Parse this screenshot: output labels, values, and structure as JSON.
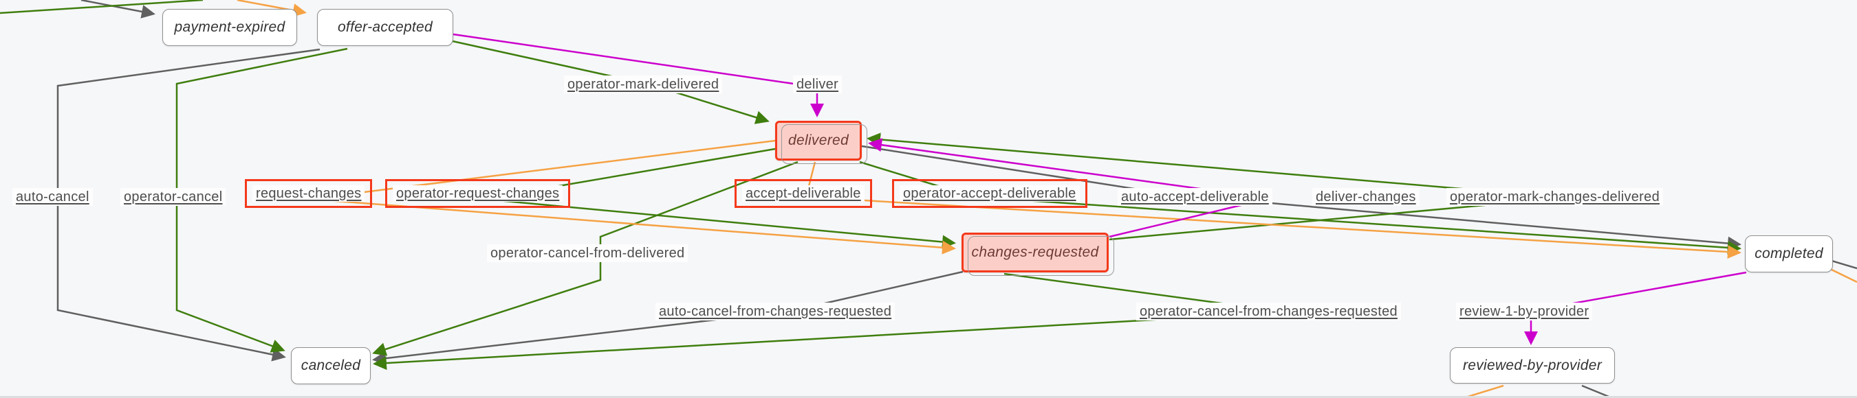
{
  "diagram": {
    "nodes": [
      {
        "id": "payment-expired",
        "label": "payment-expired",
        "type": "state"
      },
      {
        "id": "offer-accepted",
        "label": "offer-accepted",
        "type": "state"
      },
      {
        "id": "delivered",
        "label": "delivered",
        "type": "state-highlighted"
      },
      {
        "id": "changes-requested",
        "label": "changes-requested",
        "type": "state-highlighted"
      },
      {
        "id": "canceled",
        "label": "canceled",
        "type": "state"
      },
      {
        "id": "completed",
        "label": "completed",
        "type": "state"
      },
      {
        "id": "reviewed-by-provider",
        "label": "reviewed-by-provider",
        "type": "state"
      }
    ],
    "edge_labels": [
      {
        "label": "auto-cancel",
        "link": true,
        "boxed": false
      },
      {
        "label": "operator-cancel",
        "link": true,
        "boxed": false
      },
      {
        "label": "request-changes",
        "link": true,
        "boxed": true
      },
      {
        "label": "operator-request-changes",
        "link": true,
        "boxed": true
      },
      {
        "label": "accept-deliverable",
        "link": true,
        "boxed": true
      },
      {
        "label": "operator-accept-deliverable",
        "link": true,
        "boxed": true
      },
      {
        "label": "auto-accept-deliverable",
        "link": true,
        "boxed": false
      },
      {
        "label": "deliver-changes",
        "link": true,
        "boxed": false
      },
      {
        "label": "operator-mark-changes-delivered",
        "link": true,
        "boxed": false
      },
      {
        "label": "operator-mark-delivered",
        "link": true,
        "boxed": false
      },
      {
        "label": "deliver",
        "link": true,
        "boxed": false
      },
      {
        "label": "operator-cancel-from-delivered",
        "link": false,
        "boxed": false
      },
      {
        "label": "auto-cancel-from-changes-requested",
        "link": true,
        "boxed": false
      },
      {
        "label": "operator-cancel-from-changes-requested",
        "link": true,
        "boxed": false
      },
      {
        "label": "review-1-by-provider",
        "link": true,
        "boxed": false
      }
    ],
    "colors": {
      "edge_gray": "#606060",
      "edge_green": "#3f7e0e",
      "edge_orange": "#f5a244",
      "edge_magenta": "#cc00cc",
      "highlight_border": "#f4391b",
      "highlight_fill": "#fbcfc8",
      "node_border": "#8f8f8f",
      "background": "#f6f7f9"
    }
  }
}
